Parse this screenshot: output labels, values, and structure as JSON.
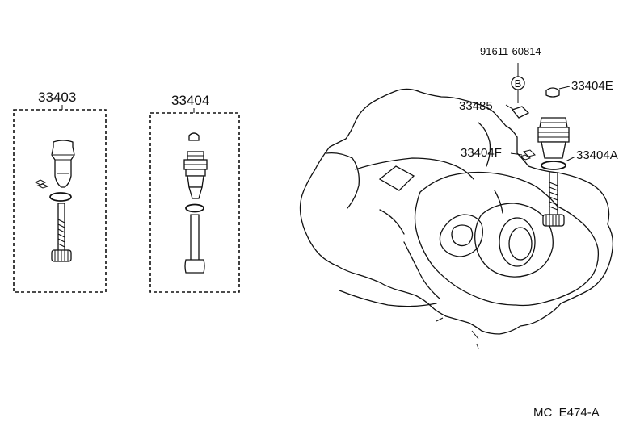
{
  "diagram": {
    "groups": [
      {
        "id": "group-1",
        "label": "33403"
      },
      {
        "id": "group-2",
        "label": "33404"
      }
    ],
    "callouts": {
      "bolt": "91611-60814",
      "bolt_marker": "B",
      "cap": "33404E",
      "plate": "33485",
      "clip": "33404F",
      "oring": "33404A"
    },
    "footer_code": "MC  E474-A"
  }
}
